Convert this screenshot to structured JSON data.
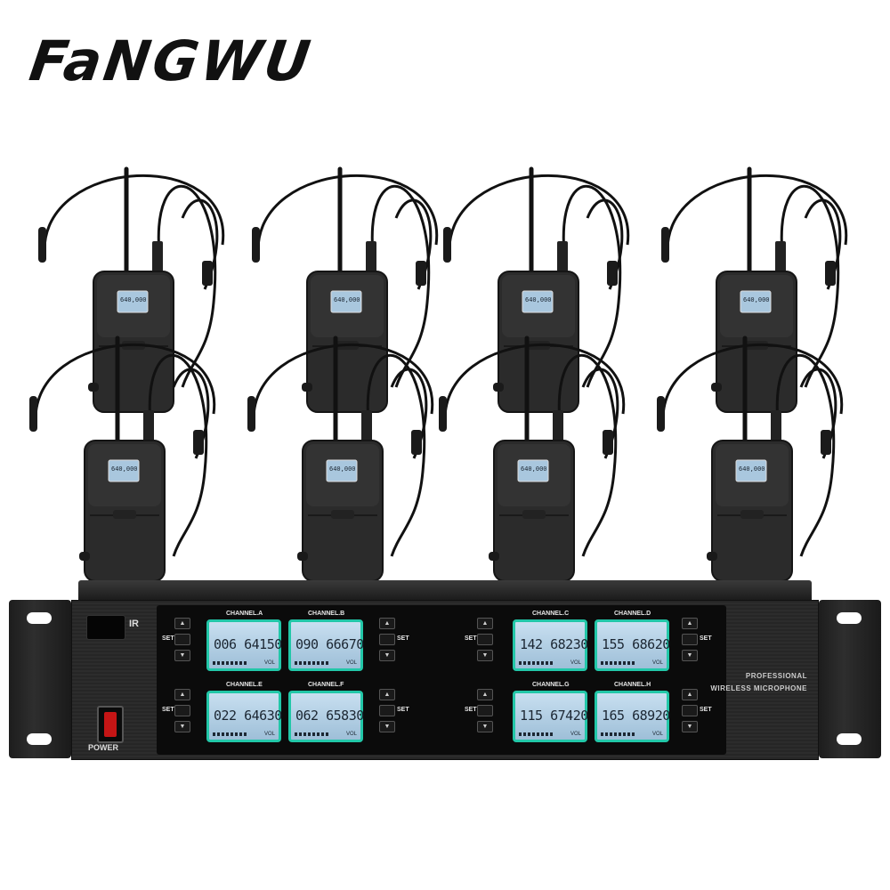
{
  "brand": "FaNGWU",
  "receiver": {
    "ir_label": "IR",
    "power_label": "POWER",
    "set_label": "SET",
    "brand_line1": "PROFESSIONAL",
    "brand_line2": "WIRELESS MICROPHONE",
    "channels": [
      {
        "name": "CHANNEL.A",
        "display": "006 64150"
      },
      {
        "name": "CHANNEL.B",
        "display": "090 66670"
      },
      {
        "name": "CHANNEL.C",
        "display": "142 68230"
      },
      {
        "name": "CHANNEL.D",
        "display": "155 68620"
      },
      {
        "name": "CHANNEL.E",
        "display": "022 64630"
      },
      {
        "name": "CHANNEL.F",
        "display": "062 65830"
      },
      {
        "name": "CHANNEL.G",
        "display": "115 67420"
      },
      {
        "name": "CHANNEL.H",
        "display": "165 68920"
      }
    ],
    "vol_label": "VOL"
  },
  "transmitter_display": "640,000",
  "colors": {
    "lcd_border": "#22c7a8",
    "body": "#2b2b2b",
    "cable": "#0e0e0e"
  }
}
